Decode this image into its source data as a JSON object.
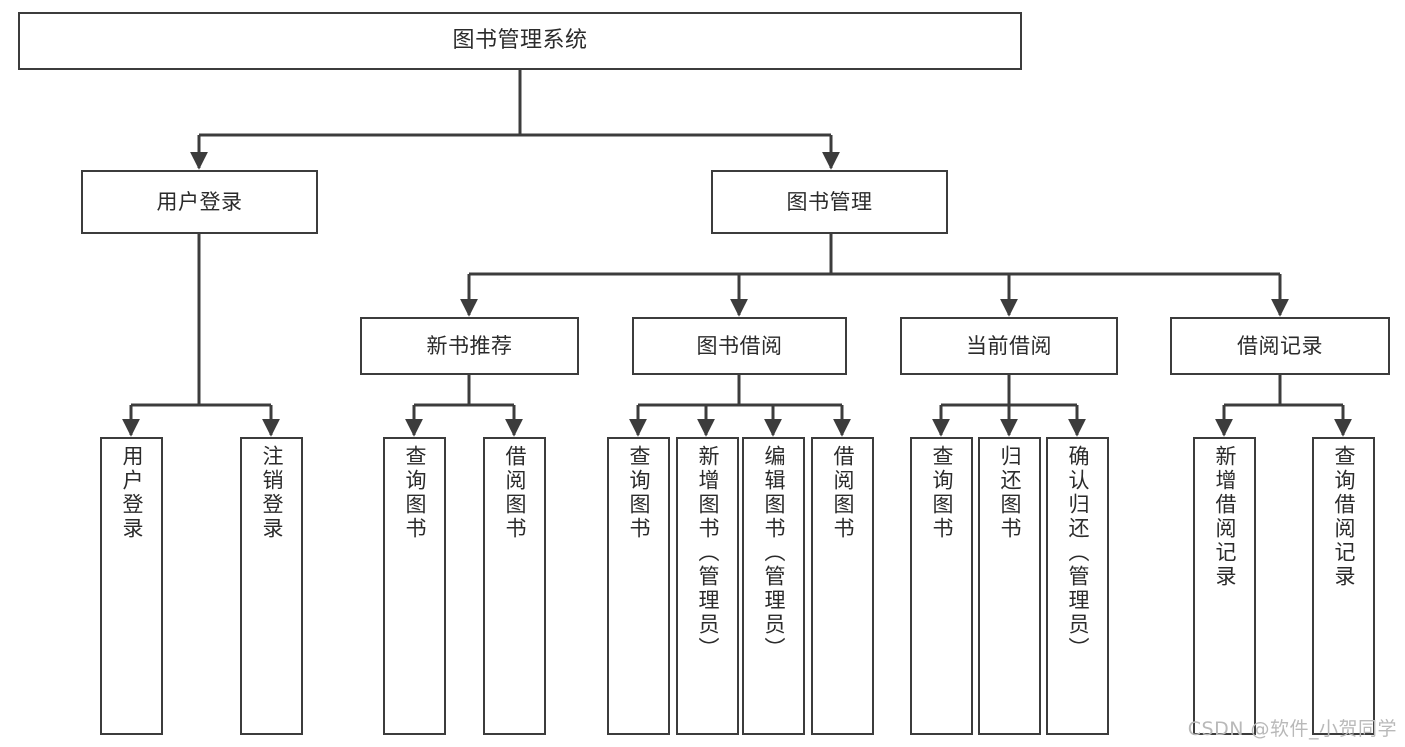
{
  "diagram": {
    "title": "图书管理系统",
    "type": "tree-hierarchy",
    "stroke_color": "#3c3c3c",
    "fill_color": "#ffffff",
    "text_color": "#2b2b2b"
  },
  "watermark": {
    "text": "CSDN @软件_小贺同学",
    "color": "#b9b9b9"
  },
  "nodes": {
    "root": {
      "label": "图书管理系统"
    },
    "level2": [
      {
        "label": "用户登录"
      },
      {
        "label": "图书管理"
      }
    ],
    "level3": [
      {
        "label": "新书推荐"
      },
      {
        "label": "图书借阅"
      },
      {
        "label": "当前借阅"
      },
      {
        "label": "借阅记录"
      }
    ],
    "leaves": {
      "user_login": [
        {
          "label": "用户登录"
        },
        {
          "label": "注销登录"
        }
      ],
      "new_book": [
        {
          "label": "查询图书"
        },
        {
          "label": "借阅图书"
        }
      ],
      "book_borrow": [
        {
          "label": "查询图书"
        },
        {
          "label": "新增图书（管理员）"
        },
        {
          "label": "编辑图书（管理员）"
        },
        {
          "label": "借阅图书"
        }
      ],
      "current_borrow": [
        {
          "label": "查询图书"
        },
        {
          "label": "归还图书"
        },
        {
          "label": "确认归还（管理员）"
        }
      ],
      "borrow_record": [
        {
          "label": "新增借阅记录"
        },
        {
          "label": "查询借阅记录"
        }
      ]
    }
  }
}
